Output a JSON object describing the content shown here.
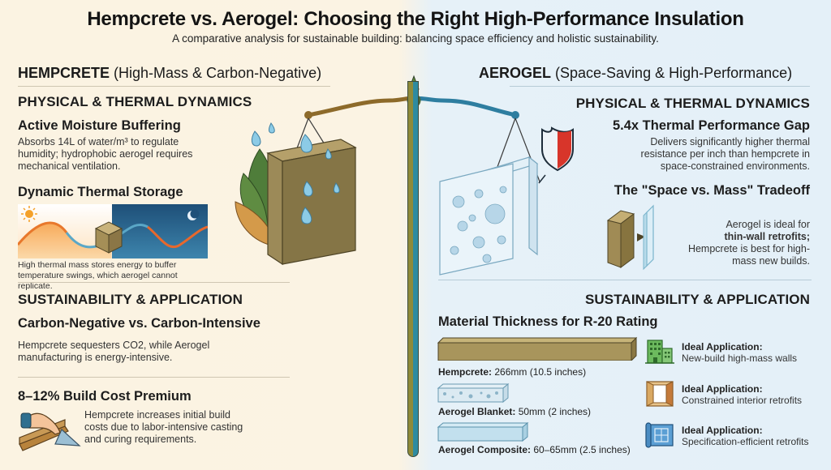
{
  "header": {
    "title": "Hempcrete vs. Aerogel: Choosing the Right High-Performance Insulation",
    "subtitle": "A comparative analysis for sustainable building: balancing space efficiency and holistic sustainability."
  },
  "colors": {
    "left_bg": "#fbf3e2",
    "right_bg": "#e4f0f8",
    "hemp_brown": "#8a7a48",
    "aerogel_blue": "#2e8ba0",
    "shield_red": "#d8352a"
  },
  "hempcrete": {
    "heading_bold": "HEMPCRETE",
    "heading_rest": " (High-Mass & Carbon-Negative)",
    "physical": {
      "section_title": "PHYSICAL & THERMAL DYNAMICS",
      "items": [
        {
          "title": "Active Moisture Buffering",
          "text": "Absorbs 14L of water/m³ to regulate humidity; hydrophobic aerogel requires mechanical ventilation."
        },
        {
          "title": "Dynamic Thermal Storage",
          "text": "High thermal mass stores energy to buffer temperature swings, which aerogel cannot replicate."
        }
      ]
    },
    "sustainability": {
      "section_title": "SUSTAINABILITY & APPLICATION",
      "items": [
        {
          "title": "Carbon-Negative vs. Carbon-Intensive",
          "text": "Hempcrete sequesters CO2, while Aerogel manufacturing is energy-intensive."
        },
        {
          "title": "8–12% Build Cost Premium",
          "text": "Hempcrete increases initial build costs due to labor-intensive casting and curing requirements."
        }
      ]
    }
  },
  "aerogel": {
    "heading_bold": "AEROGEL",
    "heading_rest": " (Space-Saving & High-Performance)",
    "physical": {
      "section_title": "PHYSICAL & THERMAL DYNAMICS",
      "items": [
        {
          "title": "5.4x Thermal Performance Gap",
          "text": "Delivers significantly higher thermal resistance per inch than hempcrete in space-constrained environments."
        },
        {
          "title": "The \"Space vs. Mass\" Tradeoff",
          "text_1": "Aerogel is ideal for",
          "text_bold": "thin-wall retrofits;",
          "text_2": "Hempcrete is best for high-mass new builds."
        }
      ]
    },
    "sustainability": {
      "section_title": "SUSTAINABILITY & APPLICATION",
      "thickness_title": "Material Thickness for R-20 Rating",
      "materials": [
        {
          "name": "Hempcrete:",
          "value": " 266mm (10.5 inches)"
        },
        {
          "name": "Aerogel Blanket:",
          "value": " 50mm (2 inches)"
        },
        {
          "name": "Aerogel Composite:",
          "value": " 60–65mm (2.5 inches)"
        }
      ],
      "applications": [
        {
          "icon": "building-icon",
          "label": "Ideal Application:",
          "text": "New-build high-mass walls"
        },
        {
          "icon": "doorway-icon",
          "label": "Ideal Application:",
          "text": "Constrained interior retrofits"
        },
        {
          "icon": "blueprint-icon",
          "label": "Ideal Application:",
          "text": "Specification-efficient retrofits"
        }
      ]
    }
  }
}
